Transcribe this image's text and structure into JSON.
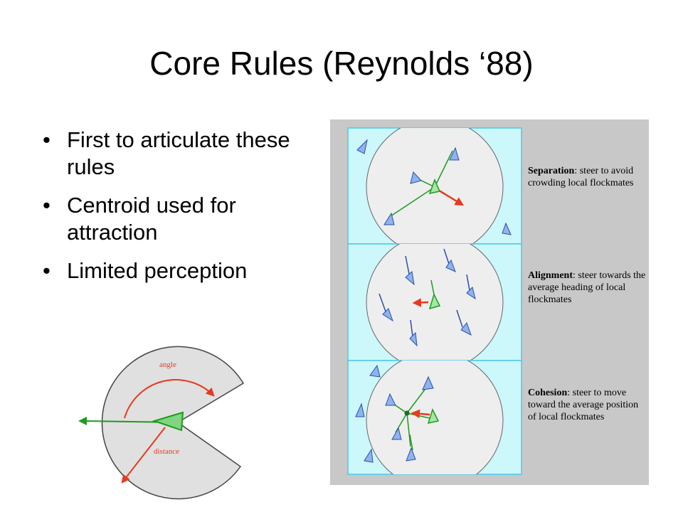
{
  "slide": {
    "title": "Core Rules (Reynolds ‘88)",
    "bullet_glyph": "•",
    "bullets": [
      "First to articulate these rules",
      "Centroid used for attraction",
      "Limited perception"
    ]
  },
  "perception_diagram": {
    "angle_label": "angle",
    "distance_label": "distance",
    "colors": {
      "wedge": "#e0e0e0",
      "arc": "#e53a1f",
      "boid": "#7fd67f",
      "heading": "#1f9a1f"
    }
  },
  "rules_figure": {
    "colors": {
      "background": "#c8c8c8",
      "panel": "#ccf7fb",
      "border": "#4fc8e8",
      "circle": "#eeeeee",
      "boid": "#8fb3f0",
      "self": "#a6e6a6",
      "steer": "#e53a1f"
    },
    "rules": [
      {
        "name": "Separation",
        "description": ": steer to avoid crowding local flockmates"
      },
      {
        "name": "Alignment",
        "description": ": steer towards the average heading of local flockmates"
      },
      {
        "name": "Cohesion",
        "description": ": steer to move toward the average position of local flockmates"
      }
    ]
  }
}
